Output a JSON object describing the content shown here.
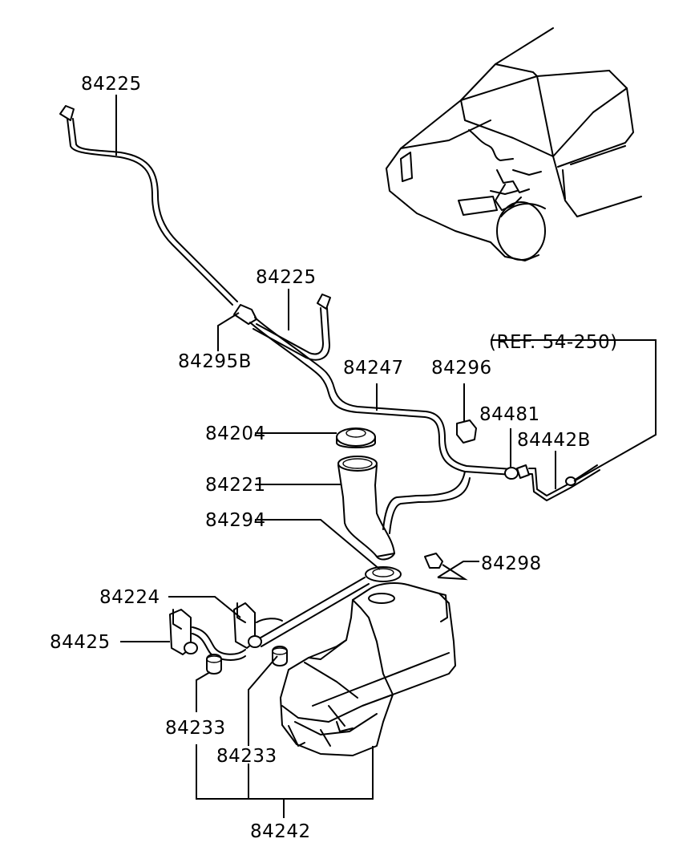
{
  "diagram": {
    "callouts": {
      "hose_upper": "84225",
      "hose_short": "84225",
      "joint": "84295B",
      "hose_main": "84247",
      "clip": "84296",
      "clamp": "84481",
      "ref_note": "(REF. 54-250)",
      "hose_b": "84442B",
      "cap": "84204",
      "filler_neck": "84221",
      "grommet": "84294",
      "level_switch": "84298",
      "pump_front": "84224",
      "pump_rear": "84425",
      "grommet_a": "84233",
      "grommet_b": "84233",
      "tank_assy": "84242"
    }
  }
}
